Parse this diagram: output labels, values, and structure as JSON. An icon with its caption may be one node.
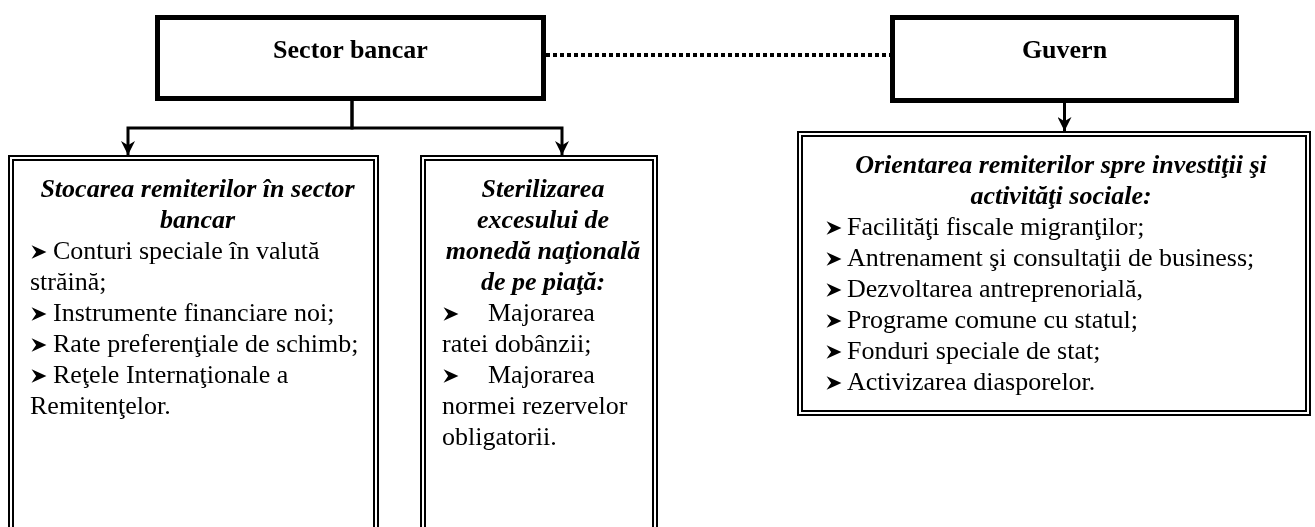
{
  "diagram": {
    "nodes": [
      {
        "text": [
          "Sector bancar"
        ]
      },
      {
        "text": [
          "Guvern"
        ]
      },
      {
        "text": [
          "Stocarea remiterilor în sector bancar",
          "Conturi speciale în valută străină;",
          "Instrumente financiare noi;",
          "Rate preferenţiale de schimb;",
          "Reţele Internaţionale a Remitenţelor."
        ]
      },
      {
        "text": [
          "Sterilizarea excesului de monedă naţională de pe piaţă:",
          "Majorarea ratei dobânzii;",
          "Majorarea normei rezervelor obligatorii."
        ]
      },
      {
        "text": [
          "Orientarea remiterilor spre investiţii şi activităţi sociale:",
          "Facilităţi fiscale migranţilor;",
          "Antrenament şi consultaţii de business;",
          "Dezvoltarea antreprenorială,",
          "Programe comune cu statul;",
          "Fonduri speciale de stat;",
          "Activizarea diasporelor."
        ]
      }
    ],
    "edges": [
      {
        "from": 0,
        "to": 1,
        "arrow": "none",
        "style": "dashed"
      },
      {
        "from": 0,
        "to": 2,
        "arrow": "to"
      },
      {
        "from": 0,
        "to": 3,
        "arrow": "to"
      },
      {
        "from": 1,
        "to": 4,
        "arrow": "to"
      }
    ]
  }
}
